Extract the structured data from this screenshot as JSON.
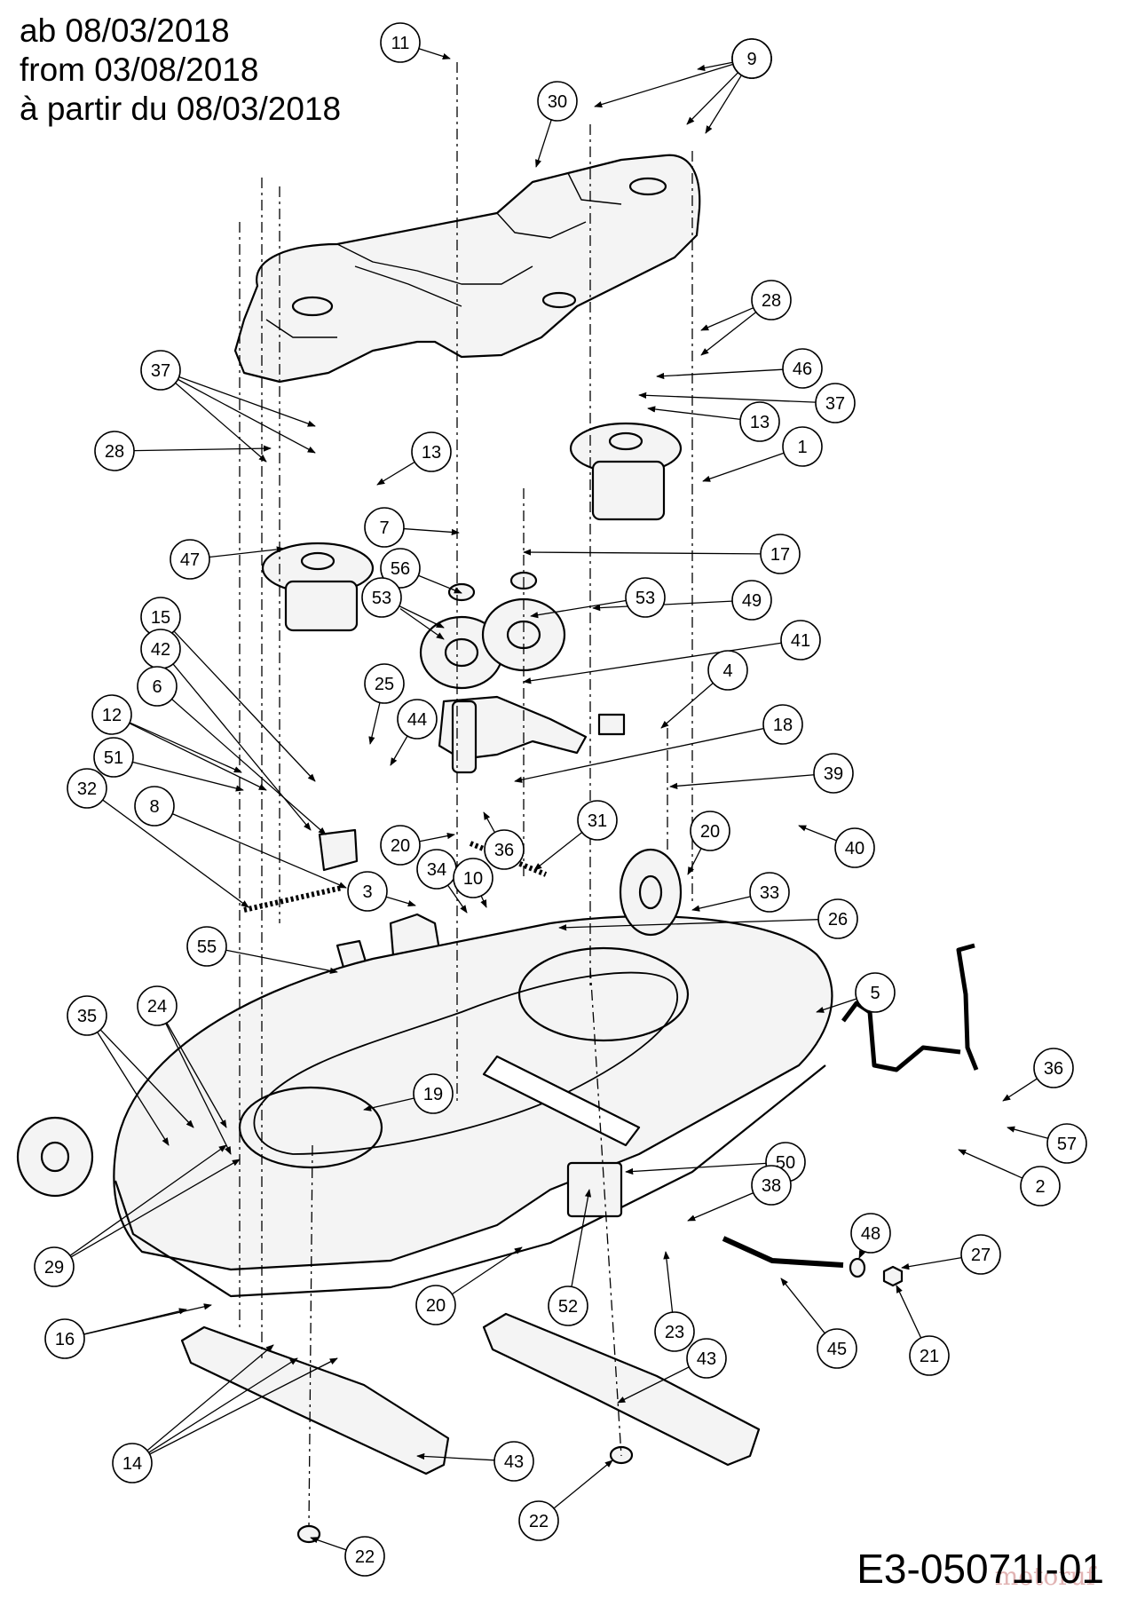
{
  "header": {
    "line1": "ab 08/03/2018",
    "line2": "from 03/08/2018",
    "line3": "à partir du 08/03/2018"
  },
  "drawing_code": "E3-05071I-01",
  "watermark": "motoruf",
  "callouts": [
    "11",
    "9",
    "30",
    "9",
    "9",
    "28",
    "46",
    "37",
    "13",
    "37",
    "28",
    "13",
    "1",
    "7",
    "17",
    "47",
    "56",
    "53",
    "53",
    "49",
    "15",
    "41",
    "42",
    "25",
    "4",
    "6",
    "44",
    "12",
    "18",
    "51",
    "39",
    "32",
    "8",
    "20",
    "36",
    "31",
    "20",
    "40",
    "34",
    "10",
    "3",
    "33",
    "26",
    "55",
    "5",
    "35",
    "24",
    "36",
    "19",
    "57",
    "50",
    "2",
    "38",
    "48",
    "27",
    "29",
    "16",
    "20",
    "52",
    "23",
    "45",
    "21",
    "43",
    "14",
    "43",
    "22",
    "22"
  ],
  "colors": {
    "line": "#000000",
    "callout_fill": "#ffffff",
    "part_fill": "#f4f4f4"
  }
}
